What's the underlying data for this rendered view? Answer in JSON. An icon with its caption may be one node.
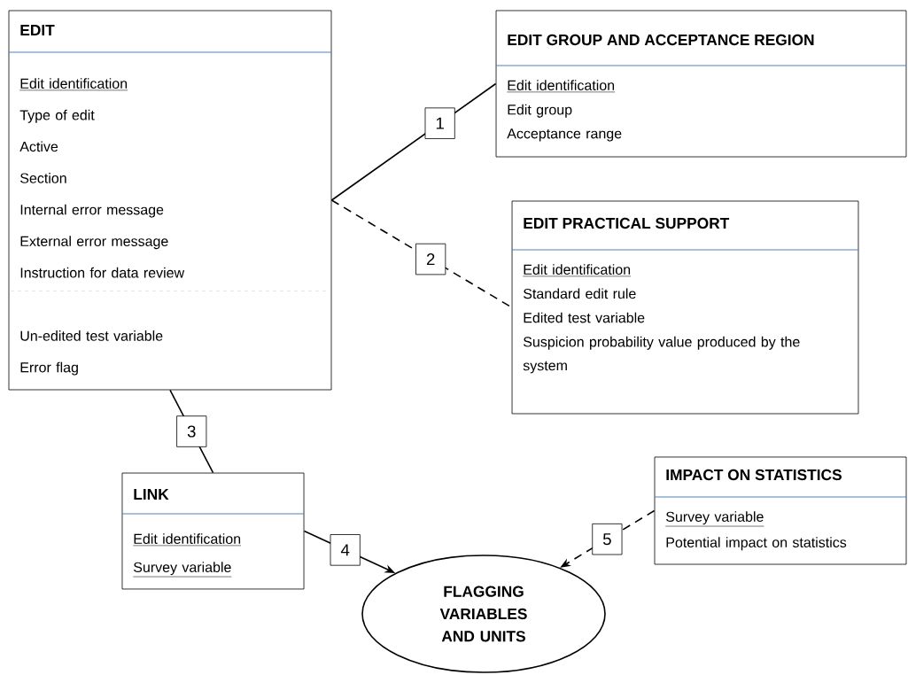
{
  "diagram": {
    "nodes": [
      {
        "text": [
          "EDIT",
          "Edit identification",
          "Type of edit",
          "Active",
          "Section",
          "Internal error message",
          "External error message",
          "Instruction for data review",
          "Un-edited test variable",
          "Error flag"
        ]
      },
      {
        "text": [
          "EDIT GROUP AND ACCEPTANCE REGION",
          "Edit identification",
          "Edit group",
          "Acceptance range"
        ]
      },
      {
        "text": [
          "EDIT PRACTICAL SUPPORT",
          "Edit identification",
          "Standard edit rule",
          "Edited test variable",
          "Suspicion probability value produced by the system"
        ]
      },
      {
        "text": [
          "LINK",
          "Edit identification",
          "Survey variable"
        ]
      },
      {
        "text": [
          "IMPACT ON STATISTICS",
          "Survey variable",
          "Potential impact on statistics"
        ]
      },
      {
        "text": [
          "FLAGGING VARIABLES AND UNITS"
        ]
      }
    ],
    "edges": [
      {
        "from": 0,
        "to": 1,
        "arrow": "none",
        "label": "1"
      },
      {
        "from": 0,
        "to": 2,
        "arrow": "none",
        "label": "2",
        "style": "dashed"
      },
      {
        "from": 0,
        "to": 3,
        "arrow": "none",
        "label": "3"
      },
      {
        "from": 3,
        "to": 5,
        "arrow": "to",
        "label": "4"
      },
      {
        "from": 4,
        "to": 5,
        "arrow": "to",
        "label": "5",
        "style": "dashed"
      }
    ]
  }
}
